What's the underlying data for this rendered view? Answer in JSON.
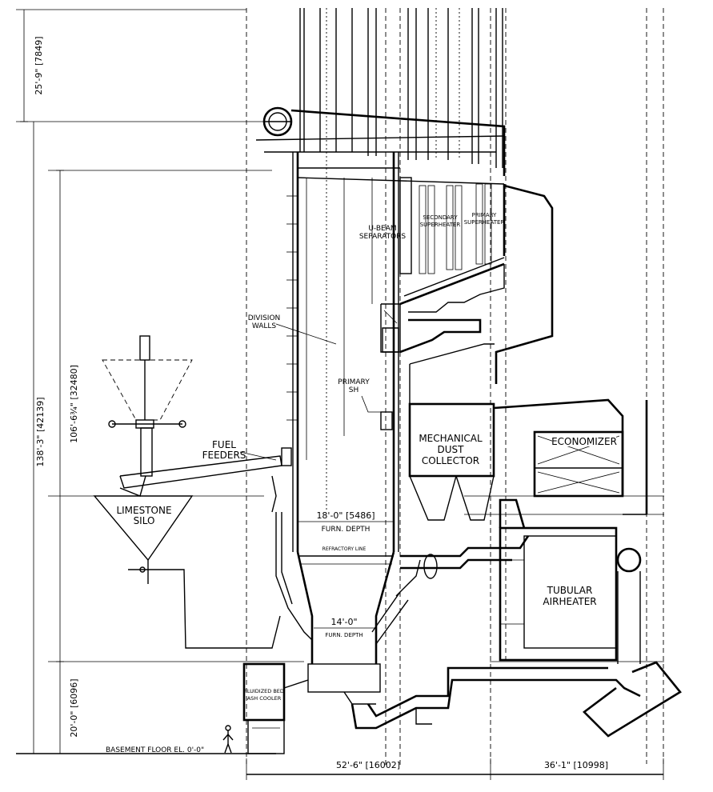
{
  "labels": {
    "u_beam_1": "U-BEAM",
    "u_beam_2": "SEPARATORS",
    "sec_sh_1": "SECONDARY",
    "sec_sh_2": "SUPERHEATER",
    "pri_sh_top_1": "PRIMARY",
    "pri_sh_top_2": "SUPERHEATER",
    "division_1": "DIVISION",
    "division_2": "WALLS",
    "primary_sh_1": "PRIMARY",
    "primary_sh_2": "SH",
    "fuel_1": "FUEL",
    "fuel_2": "FEEDERS",
    "limestone_1": "LIMESTONE",
    "limestone_2": "SILO",
    "mdc_1": "MECHANICAL",
    "mdc_2": "DUST",
    "mdc_3": "COLLECTOR",
    "economizer": "ECONOMIZER",
    "airheater_1": "TUBULAR",
    "airheater_2": "AIRHEATER",
    "refractory": "REFRACTORY LINE",
    "fbac_1": "FLUIDIZED BED",
    "fbac_2": "ASH COOLER",
    "basement": "BASEMENT FLOOR EL. 0'-0\""
  },
  "dimensions": {
    "top_vertical": "25'-9\" [7849]",
    "mid_vertical": "106'-6¾\" [32480]",
    "overall_vertical": "138'-3\" [42139]",
    "bottom_vertical": "20'-0\" [6096]",
    "furnace_depth_upper": "18'-0\" [5486]",
    "furnace_depth_upper_label": "FURN. DEPTH",
    "furnace_depth_lower": "14'-0\"",
    "furnace_depth_lower_label": "FURN. DEPTH",
    "horizontal_left": "52'-6\" [16002]",
    "horizontal_right": "36'-1\" [10998]"
  },
  "colors": {
    "ink": "#000000",
    "paper": "#ffffff"
  }
}
